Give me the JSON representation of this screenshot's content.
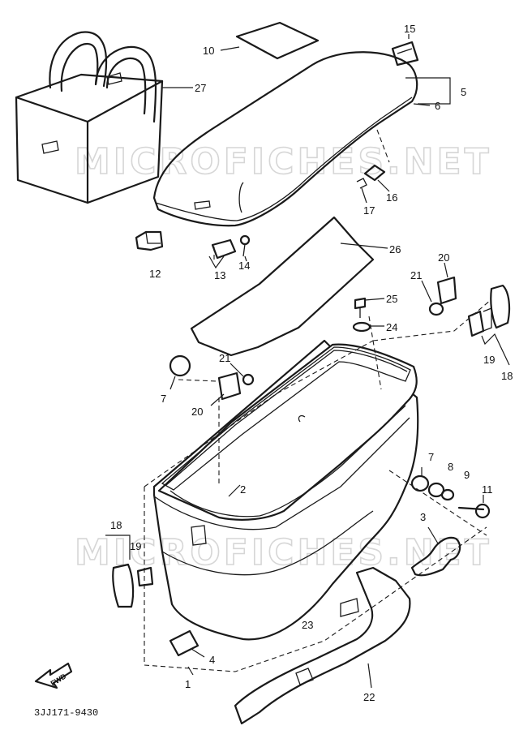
{
  "diagram": {
    "callouts": {
      "c1": "1",
      "c2": "2",
      "c3": "3",
      "c4": "4",
      "c5": "5",
      "c6": "6",
      "c7a": "7",
      "c7b": "7",
      "c8": "8",
      "c9": "9",
      "c10": "10",
      "c11": "11",
      "c12": "12",
      "c13": "13",
      "c14": "14",
      "c15": "15",
      "c16": "16",
      "c17": "17",
      "c18a": "18",
      "c18b": "18",
      "c19a": "19",
      "c19b": "19",
      "c20a": "20",
      "c20b": "20",
      "c21a": "21",
      "c21b": "21",
      "c22": "22",
      "c23": "23",
      "c24": "24",
      "c25": "25",
      "c26": "26",
      "c27": "27"
    },
    "watermark_top": "MICROFICHES.NET",
    "watermark_bottom": "MICROFICHES.NET",
    "forward_label": "FWD",
    "part_code": "3JJ171-9430"
  },
  "colors": {
    "ink": "#1a1a1a",
    "watermark": "#d6d6d6",
    "background": "#ffffff"
  }
}
